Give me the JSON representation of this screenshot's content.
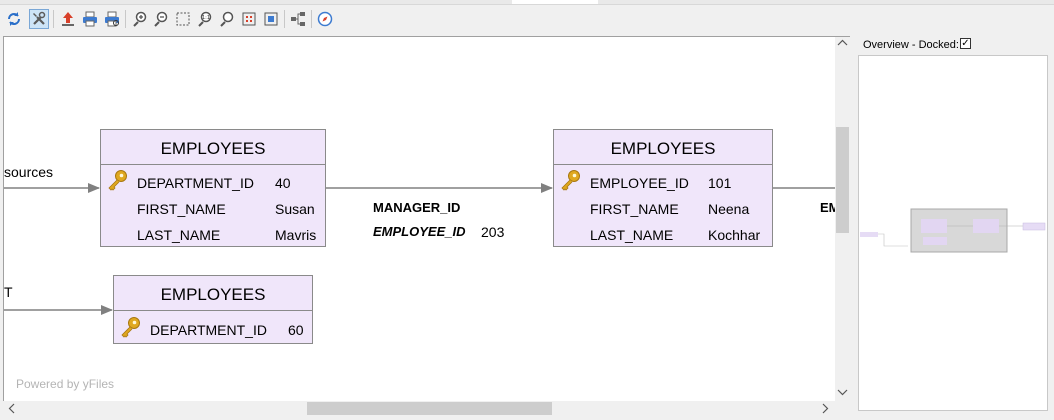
{
  "toolbar": {
    "buttons": [
      {
        "name": "refresh",
        "icon": "refresh-icon"
      },
      {
        "name": "navigate-mode",
        "icon": "tools-icon",
        "active": true
      },
      {
        "name": "export",
        "icon": "export-icon"
      },
      {
        "name": "print",
        "icon": "print-icon"
      },
      {
        "name": "print-preview",
        "icon": "print-preview-icon"
      },
      {
        "name": "zoom-in",
        "icon": "zoom-in-icon"
      },
      {
        "name": "zoom-out",
        "icon": "zoom-out-icon"
      },
      {
        "name": "zoom-area",
        "icon": "zoom-area-icon"
      },
      {
        "name": "zoom-100",
        "icon": "zoom-100-icon"
      },
      {
        "name": "zoom",
        "icon": "zoom-icon"
      },
      {
        "name": "fit-content",
        "icon": "fit-content-icon"
      },
      {
        "name": "fit-selection",
        "icon": "fit-selection-icon"
      },
      {
        "name": "layout",
        "icon": "hierarchy-icon"
      },
      {
        "name": "navigate",
        "icon": "compass-icon"
      }
    ]
  },
  "diagram": {
    "edge_labels": {
      "left_incoming_1": "sources",
      "left_incoming_2": "T",
      "right_outgoing": "EM"
    },
    "relation": {
      "name": "MANAGER_ID",
      "key_label": "EMPLOYEE_ID",
      "key_value": "203"
    },
    "entities": [
      {
        "title": "EMPLOYEES",
        "rows": [
          {
            "field": "DEPARTMENT_ID",
            "value": "40",
            "key": true
          },
          {
            "field": "FIRST_NAME",
            "value": "Susan",
            "key": false
          },
          {
            "field": "LAST_NAME",
            "value": "Mavris",
            "key": false
          }
        ]
      },
      {
        "title": "EMPLOYEES",
        "rows": [
          {
            "field": "EMPLOYEE_ID",
            "value": "101",
            "key": true
          },
          {
            "field": "FIRST_NAME",
            "value": "Neena",
            "key": false
          },
          {
            "field": "LAST_NAME",
            "value": "Kochhar",
            "key": false
          }
        ]
      },
      {
        "title": "EMPLOYEES",
        "rows": [
          {
            "field": "DEPARTMENT_ID",
            "value": "60",
            "key": true
          }
        ]
      }
    ],
    "watermark": "Powered by yFiles",
    "colors": {
      "entity_fill": "#f0e6fa",
      "entity_border": "#8a8a8a",
      "edge": "#808080",
      "key_gold": "#e0a820"
    }
  },
  "overview": {
    "title": "Overview - Docked:",
    "docked": "✓"
  }
}
